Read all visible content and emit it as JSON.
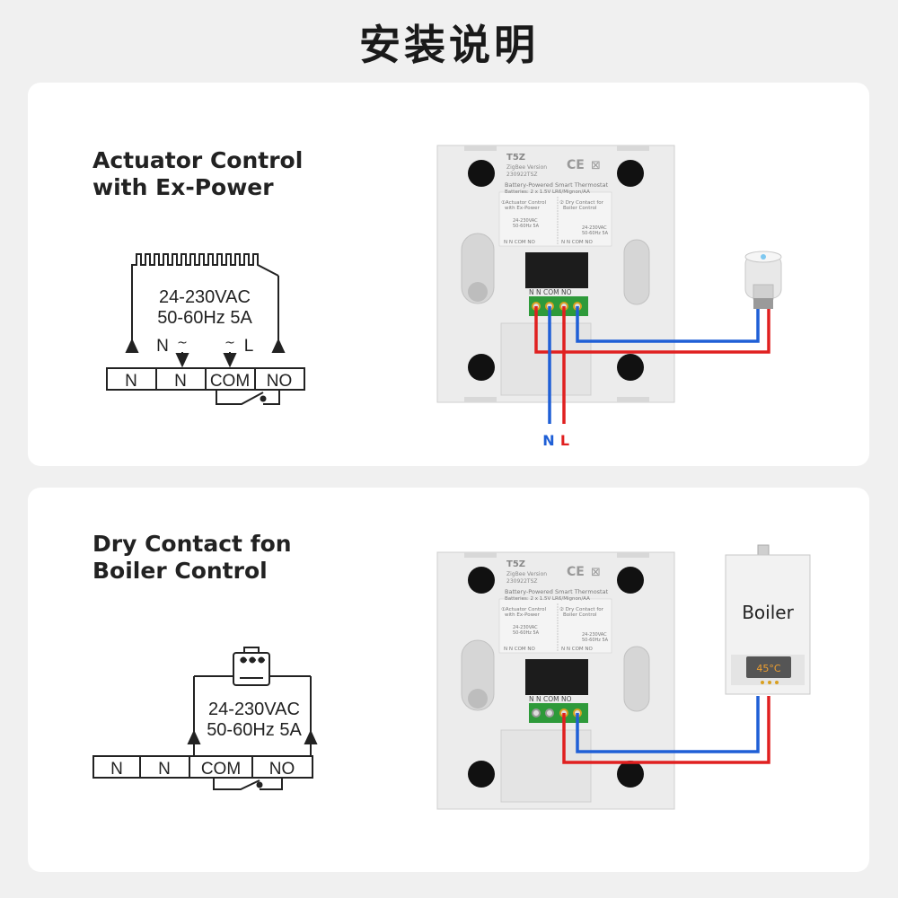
{
  "page_title": "安装说明",
  "panels": [
    {
      "heading_line1": "Actuator Control",
      "heading_line2": "with Ex-Power",
      "schematic": {
        "spec_line1": "24-230VAC",
        "spec_line2": "50-60Hz 5A",
        "n_label": "N",
        "l_label": "L",
        "terminals": [
          "N",
          "N",
          "COM",
          "NO"
        ]
      },
      "device_label": {
        "model": "T5Z",
        "version": "ZigBee Version",
        "code": "230922TSZ",
        "desc": "Battery-Powered Smart Thermostat",
        "batteries": "Batteries: 2 x 1.5V LR6/Mignon/AA",
        "opt1_line1": "①Actuator Control",
        "opt1_line2": "with Ex-Power",
        "opt2_line1": "② Dry Contact for",
        "opt2_line2": "Boiler Control",
        "spec1": "24-230VAC",
        "spec2": "50-60Hz 5A",
        "terminal_row": "N N COM NO"
      },
      "supply_labels": {
        "n": "N",
        "l": "L"
      }
    },
    {
      "heading_line1": "Dry Contact fon",
      "heading_line2": "Boiler Control",
      "schematic": {
        "spec_line1": "24-230VAC",
        "spec_line2": "50-60Hz 5A",
        "terminals": [
          "N",
          "N",
          "COM",
          "NO"
        ]
      },
      "device_label": {
        "model": "T5Z",
        "version": "ZigBee Version",
        "code": "230922TSZ",
        "desc": "Battery-Powered Smart Thermostat",
        "batteries": "Batteries: 2 x 1.5V LR6/Mignon/AA",
        "opt1_line1": "①Actuator Control",
        "opt1_line2": "with Ex-Power",
        "opt2_line1": "② Dry Contact for",
        "opt2_line2": "Boiler Control",
        "spec1": "24-230VAC",
        "spec2": "50-60Hz 5A",
        "terminal_row": "N N COM NO"
      },
      "boiler": {
        "label": "Boiler",
        "display": "45°C"
      }
    }
  ],
  "colors": {
    "live_wire": "#e02020",
    "neutral_wire": "#1f5fd6",
    "terminal_green": "#2e9a3a",
    "ring_brass": "#d9a020"
  }
}
